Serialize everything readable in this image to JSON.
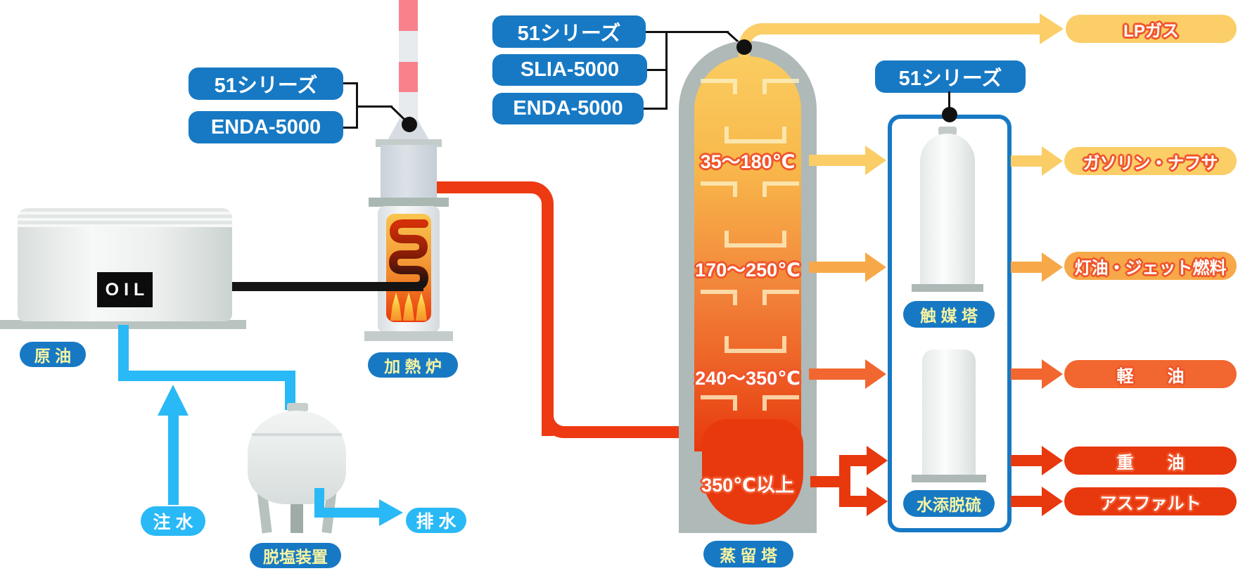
{
  "tags": {
    "furnace": [
      "51シリーズ",
      "ENDA-5000"
    ],
    "tower": [
      "51シリーズ",
      "SLIA-5000",
      "ENDA-5000"
    ],
    "unit": "51シリーズ"
  },
  "equipment": {
    "oil_tank": "OIL",
    "crude_oil": "原 油",
    "water_in": "注 水",
    "water_out": "排 水",
    "desalter": "脱塩装置",
    "furnace": "加 熱 炉",
    "distillation_tower": "蒸 留 塔",
    "catalyst_tower": "触 媒 塔",
    "hydrodesulfurization": "水添脱硫"
  },
  "temperatures": {
    "zone1": "35〜180℃",
    "zone2": "170〜250℃",
    "zone3": "240〜350℃",
    "zone4": "350℃以上"
  },
  "products": {
    "lp_gas": "LPガス",
    "gasoline_naphtha": "ガソリン・ナフサ",
    "kerosene_jet_fuel": "灯油・ジェット燃料",
    "light_oil": "軽　　油",
    "heavy_oil": "重　　油",
    "asphalt": "アスファルト"
  },
  "colors": {
    "tag_blue": "#1779C4",
    "pipe_cyan": "#29B9F6",
    "pipe_red": "#ED3A12",
    "product_yellow": "#FBCE68",
    "product_orange": "#F7A848",
    "product_orange_red": "#F2672F",
    "product_red": "#E8380D",
    "label_text_yellow": "#F7F4A0",
    "outline_red": "#F0552B"
  }
}
